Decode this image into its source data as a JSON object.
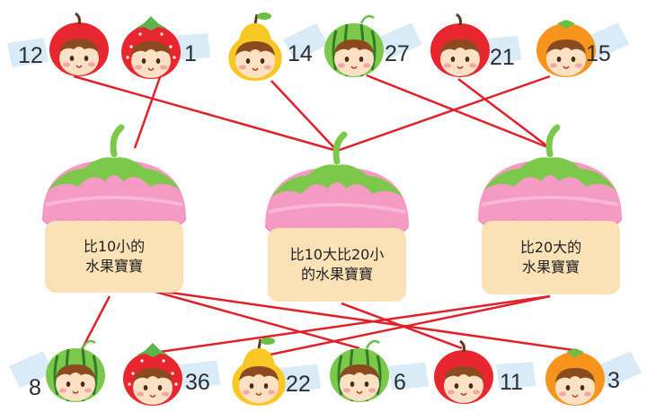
{
  "top_row": [
    {
      "fruit": "apple",
      "number": "12"
    },
    {
      "fruit": "strawberry",
      "number": "1"
    },
    {
      "fruit": "pear",
      "number": "14"
    },
    {
      "fruit": "watermelon",
      "number": "27"
    },
    {
      "fruit": "apple",
      "number": "21"
    },
    {
      "fruit": "orange",
      "number": "15"
    }
  ],
  "bottom_row": [
    {
      "fruit": "watermelon",
      "number": "8"
    },
    {
      "fruit": "strawberry",
      "number": "36"
    },
    {
      "fruit": "pear",
      "number": "22"
    },
    {
      "fruit": "watermelon",
      "number": "6"
    },
    {
      "fruit": "apple",
      "number": "11"
    },
    {
      "fruit": "orange",
      "number": "3"
    }
  ],
  "boxes": [
    {
      "line1": "比10小的",
      "line2": "水果寶寶"
    },
    {
      "line1": "比10大比20小",
      "line2": "的水果寶寶"
    },
    {
      "line1": "比20大的",
      "line2": "水果寶寶"
    }
  ],
  "colors": {
    "line": "#e0202a",
    "cap_pink": "#f59ac2",
    "cap_leaf": "#7cc84a",
    "box": "#fbe2b6",
    "flag": "#d8ebf7"
  }
}
